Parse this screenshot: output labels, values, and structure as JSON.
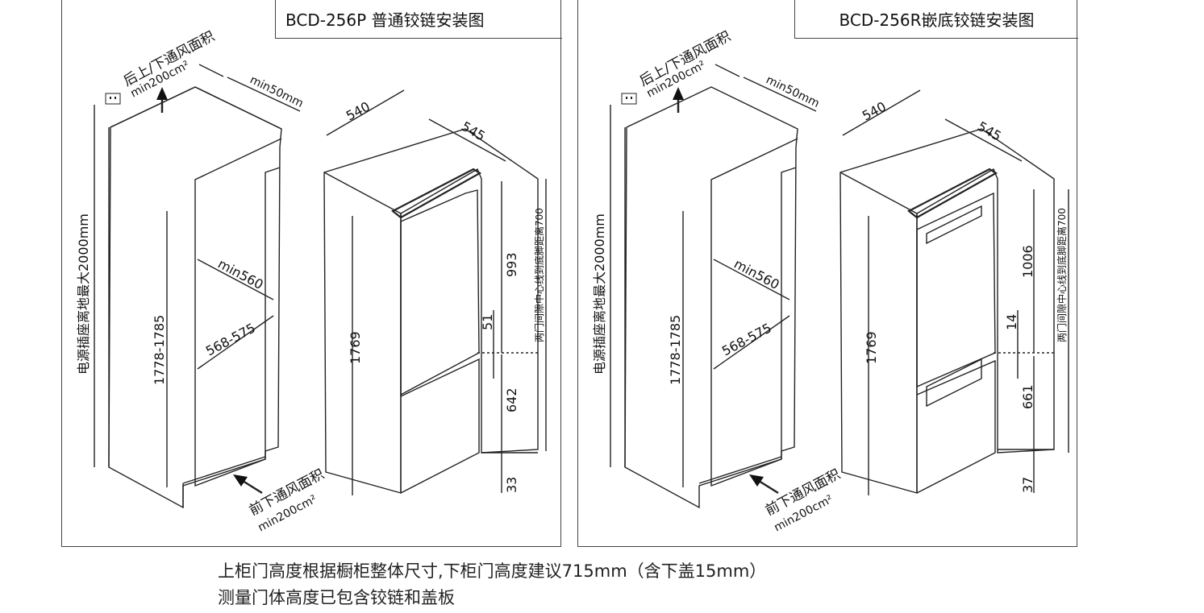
{
  "panels": [
    {
      "title": "BCD-256P 普通铰链安装图",
      "rear_vent_label": "后上/下通风面积",
      "rear_vent_min": "min200cm²",
      "rear_gap": "min50mm",
      "socket_height": "电源插座离地最大2000mm",
      "niche_height": "1778-1785",
      "niche_depth": "min560",
      "niche_width": "568-575",
      "front_vent_label": "前下通风面积",
      "front_vent_min": "min200cm²",
      "fridge_width": "540",
      "fridge_depth": "545",
      "fridge_height": "1769",
      "upper_door": "993",
      "door_gap": "51",
      "lower_door": "642",
      "foot_height": "33",
      "gap_to_foot_note": "两门间隙中心线到底脚距离700"
    },
    {
      "title": "BCD-256R嵌底铰链安装图",
      "rear_vent_label": "后上/下通风面积",
      "rear_vent_min": "min200cm²",
      "rear_gap": "min50mm",
      "socket_height": "电源插座离地最大2000mm",
      "niche_height": "1778-1785",
      "niche_depth": "min560",
      "niche_width": "568-575",
      "front_vent_label": "前下通风面积",
      "front_vent_min": "min200cm²",
      "fridge_width": "540",
      "fridge_depth": "545",
      "fridge_height": "1769",
      "upper_door": "1006",
      "door_gap": "14",
      "lower_door": "661",
      "foot_height": "37",
      "gap_to_foot_note": "两门间隙中心线到底脚距离700"
    }
  ],
  "notes": {
    "line1": "上柜门高度根据橱柜整体尺寸,下柜门高度建议715mm（含下盖15mm）",
    "line2": "测量门体高度已包含铰链和盖板"
  }
}
